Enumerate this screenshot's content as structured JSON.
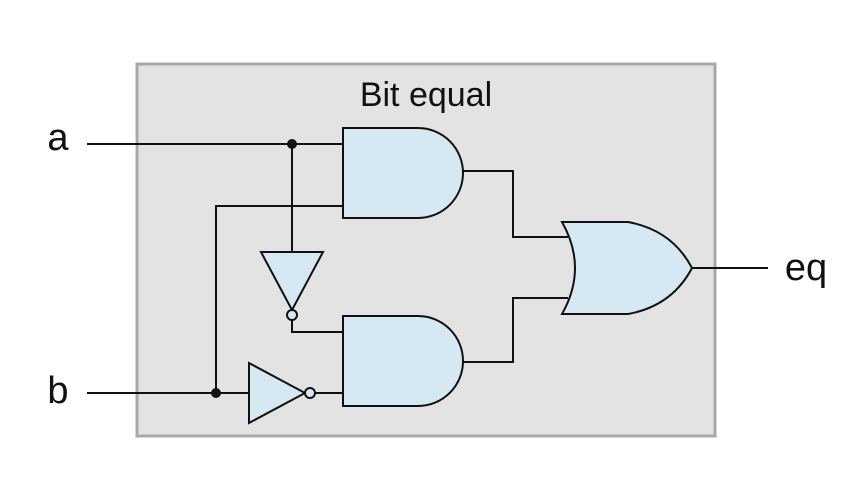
{
  "diagram": {
    "title": "Bit equal",
    "inputs": {
      "a": "a",
      "b": "b"
    },
    "output": "eq"
  },
  "colors": {
    "box_fill": "#e3e3e3",
    "box_stroke": "#a8a8a8",
    "gate_fill": "#d6e8f2",
    "wire": "#111111"
  },
  "components": [
    {
      "type": "and",
      "inputs": [
        "a",
        "b"
      ]
    },
    {
      "type": "not",
      "input": "a"
    },
    {
      "type": "not",
      "input": "b"
    },
    {
      "type": "and",
      "inputs": [
        "not a",
        "not b"
      ]
    },
    {
      "type": "or",
      "inputs": [
        "and1",
        "and2"
      ],
      "output": "eq"
    }
  ]
}
